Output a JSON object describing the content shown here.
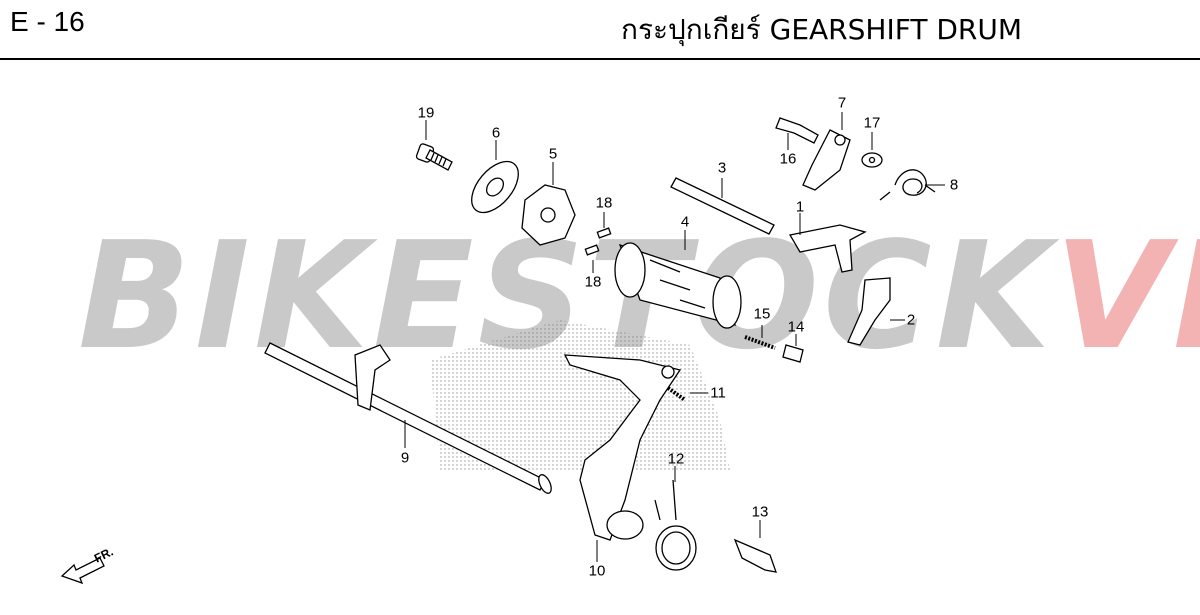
{
  "header": {
    "code": "E - 16",
    "title": "กระปุกเกียร์  GEARSHIFT DRUM"
  },
  "watermark": {
    "text_main": "BIKESTOCK",
    "text_accent": "VN",
    "main_color": "#c9c9c9",
    "accent_color": "#f3b3b3"
  },
  "direction_indicator": {
    "label": "FR.",
    "icon": "arrow-left-down-icon"
  },
  "callouts": [
    {
      "id": "c1",
      "label": "1"
    },
    {
      "id": "c2",
      "label": "2"
    },
    {
      "id": "c3",
      "label": "3"
    },
    {
      "id": "c4",
      "label": "4"
    },
    {
      "id": "c5",
      "label": "5"
    },
    {
      "id": "c6",
      "label": "6"
    },
    {
      "id": "c7",
      "label": "7"
    },
    {
      "id": "c8",
      "label": "8"
    },
    {
      "id": "c9",
      "label": "9"
    },
    {
      "id": "c10",
      "label": "10"
    },
    {
      "id": "c11",
      "label": "11"
    },
    {
      "id": "c12",
      "label": "12"
    },
    {
      "id": "c13",
      "label": "13"
    },
    {
      "id": "c14",
      "label": "14"
    },
    {
      "id": "c15",
      "label": "15"
    },
    {
      "id": "c16",
      "label": "16"
    },
    {
      "id": "c17",
      "label": "17"
    },
    {
      "id": "c18a",
      "label": "18"
    },
    {
      "id": "c18b",
      "label": "18"
    },
    {
      "id": "c19",
      "label": "19"
    }
  ],
  "colors": {
    "line": "#000000",
    "background": "#ffffff"
  }
}
